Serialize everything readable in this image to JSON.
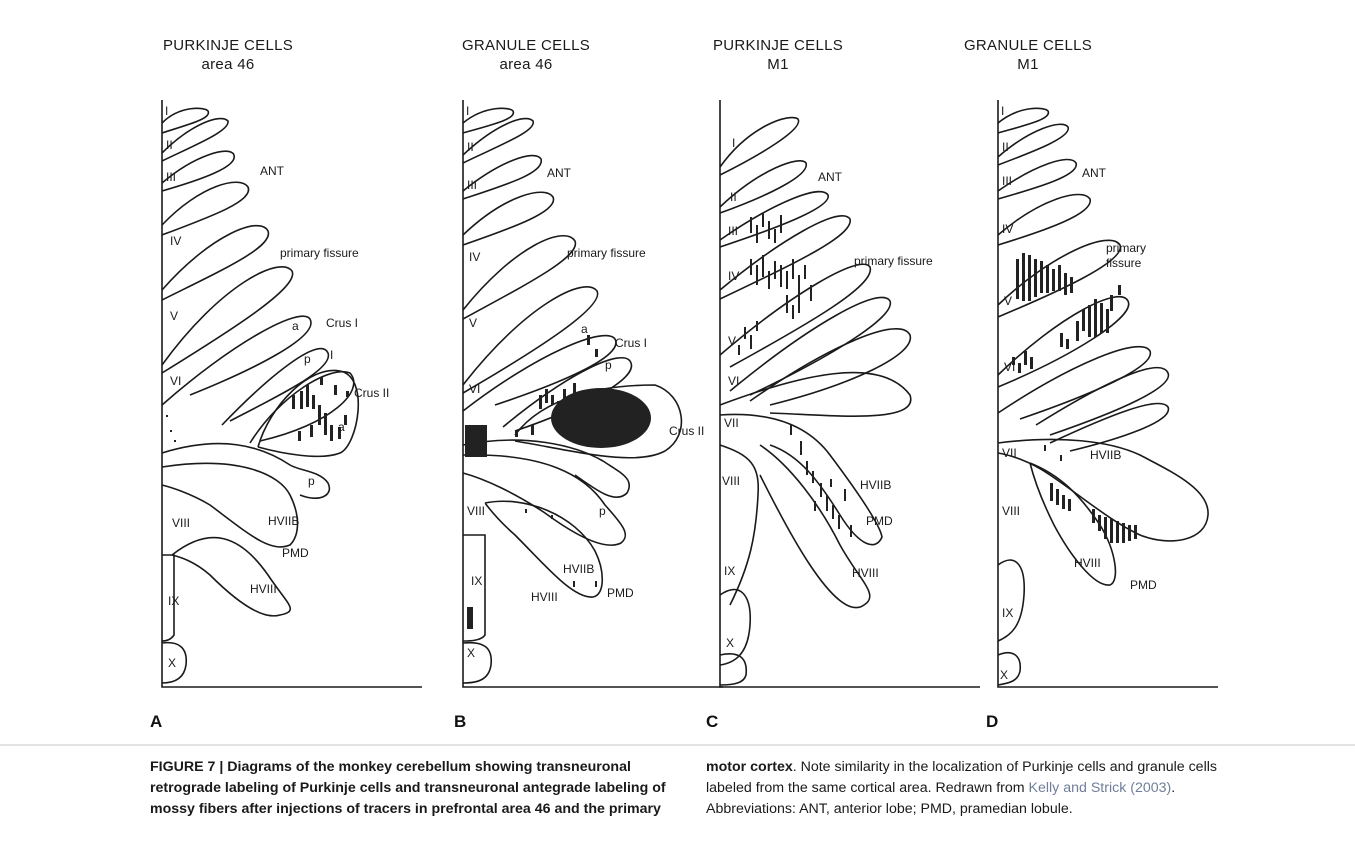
{
  "panels": [
    {
      "id": "A",
      "title_line1": "PURKINJE CELLS",
      "title_line2": "area 46",
      "letter": "A",
      "labels": {
        "lobules": [
          "I",
          "II",
          "III",
          "IV",
          "V",
          "VI",
          "VIII",
          "IX",
          "X"
        ],
        "other": [
          "ANT",
          "primary fissure",
          "a",
          "Crus I",
          "p",
          "I",
          "Crus II",
          "a",
          "p",
          "HVIIB",
          "PMD",
          "HVIII"
        ]
      }
    },
    {
      "id": "B",
      "title_line1": "GRANULE CELLS",
      "title_line2": "area 46",
      "letter": "B",
      "labels": {
        "lobules": [
          "I",
          "II",
          "III",
          "IV",
          "V",
          "VI",
          "VIII",
          "IX",
          "X"
        ],
        "other": [
          "ANT",
          "primary fissure",
          "a",
          "Crus I",
          "p",
          "Crus II",
          "p",
          "HVIIB",
          "PMD",
          "HVIII"
        ]
      }
    },
    {
      "id": "C",
      "title_line1": "PURKINJE CELLS",
      "title_line2": "M1",
      "letter": "C",
      "labels": {
        "lobules": [
          "I",
          "II",
          "III",
          "IV",
          "V",
          "VI",
          "VII",
          "VIII",
          "IX",
          "X"
        ],
        "other": [
          "ANT",
          "primary fissure",
          "HVIIB",
          "PMD",
          "HVIII"
        ]
      }
    },
    {
      "id": "D",
      "title_line1": "GRANULE CELLS",
      "title_line2": "M1",
      "letter": "D",
      "labels": {
        "lobules": [
          "I",
          "II",
          "III",
          "IV",
          "V",
          "VI",
          "VII",
          "VIII",
          "IX",
          "X"
        ],
        "other": [
          "ANT",
          "primary",
          "fissure",
          "HVIIB",
          "HVIII",
          "PMD"
        ]
      }
    }
  ],
  "caption": {
    "heading": "FIGURE 7 | Diagrams of the monkey cerebellum showing transneuronal retrograde labeling of Purkinje cells and transneuronal antegrade labeling of mossy fibers after injections of tracers in prefrontal area 46 and the primary",
    "heading_cont": "motor cortex",
    "body_1": ". Note similarity in the localization of Purkinje cells and granule cells labeled from the same cortical area. Redrawn from ",
    "reference": "Kelly and Strick (2003)",
    "body_2": ". Abbreviations: ANT, anterior lobe; PMD, pramedian lobule."
  },
  "colors": {
    "ink": "#1a1a1a",
    "reference_link": "#6f7f9a",
    "label_dots": "#222222"
  }
}
